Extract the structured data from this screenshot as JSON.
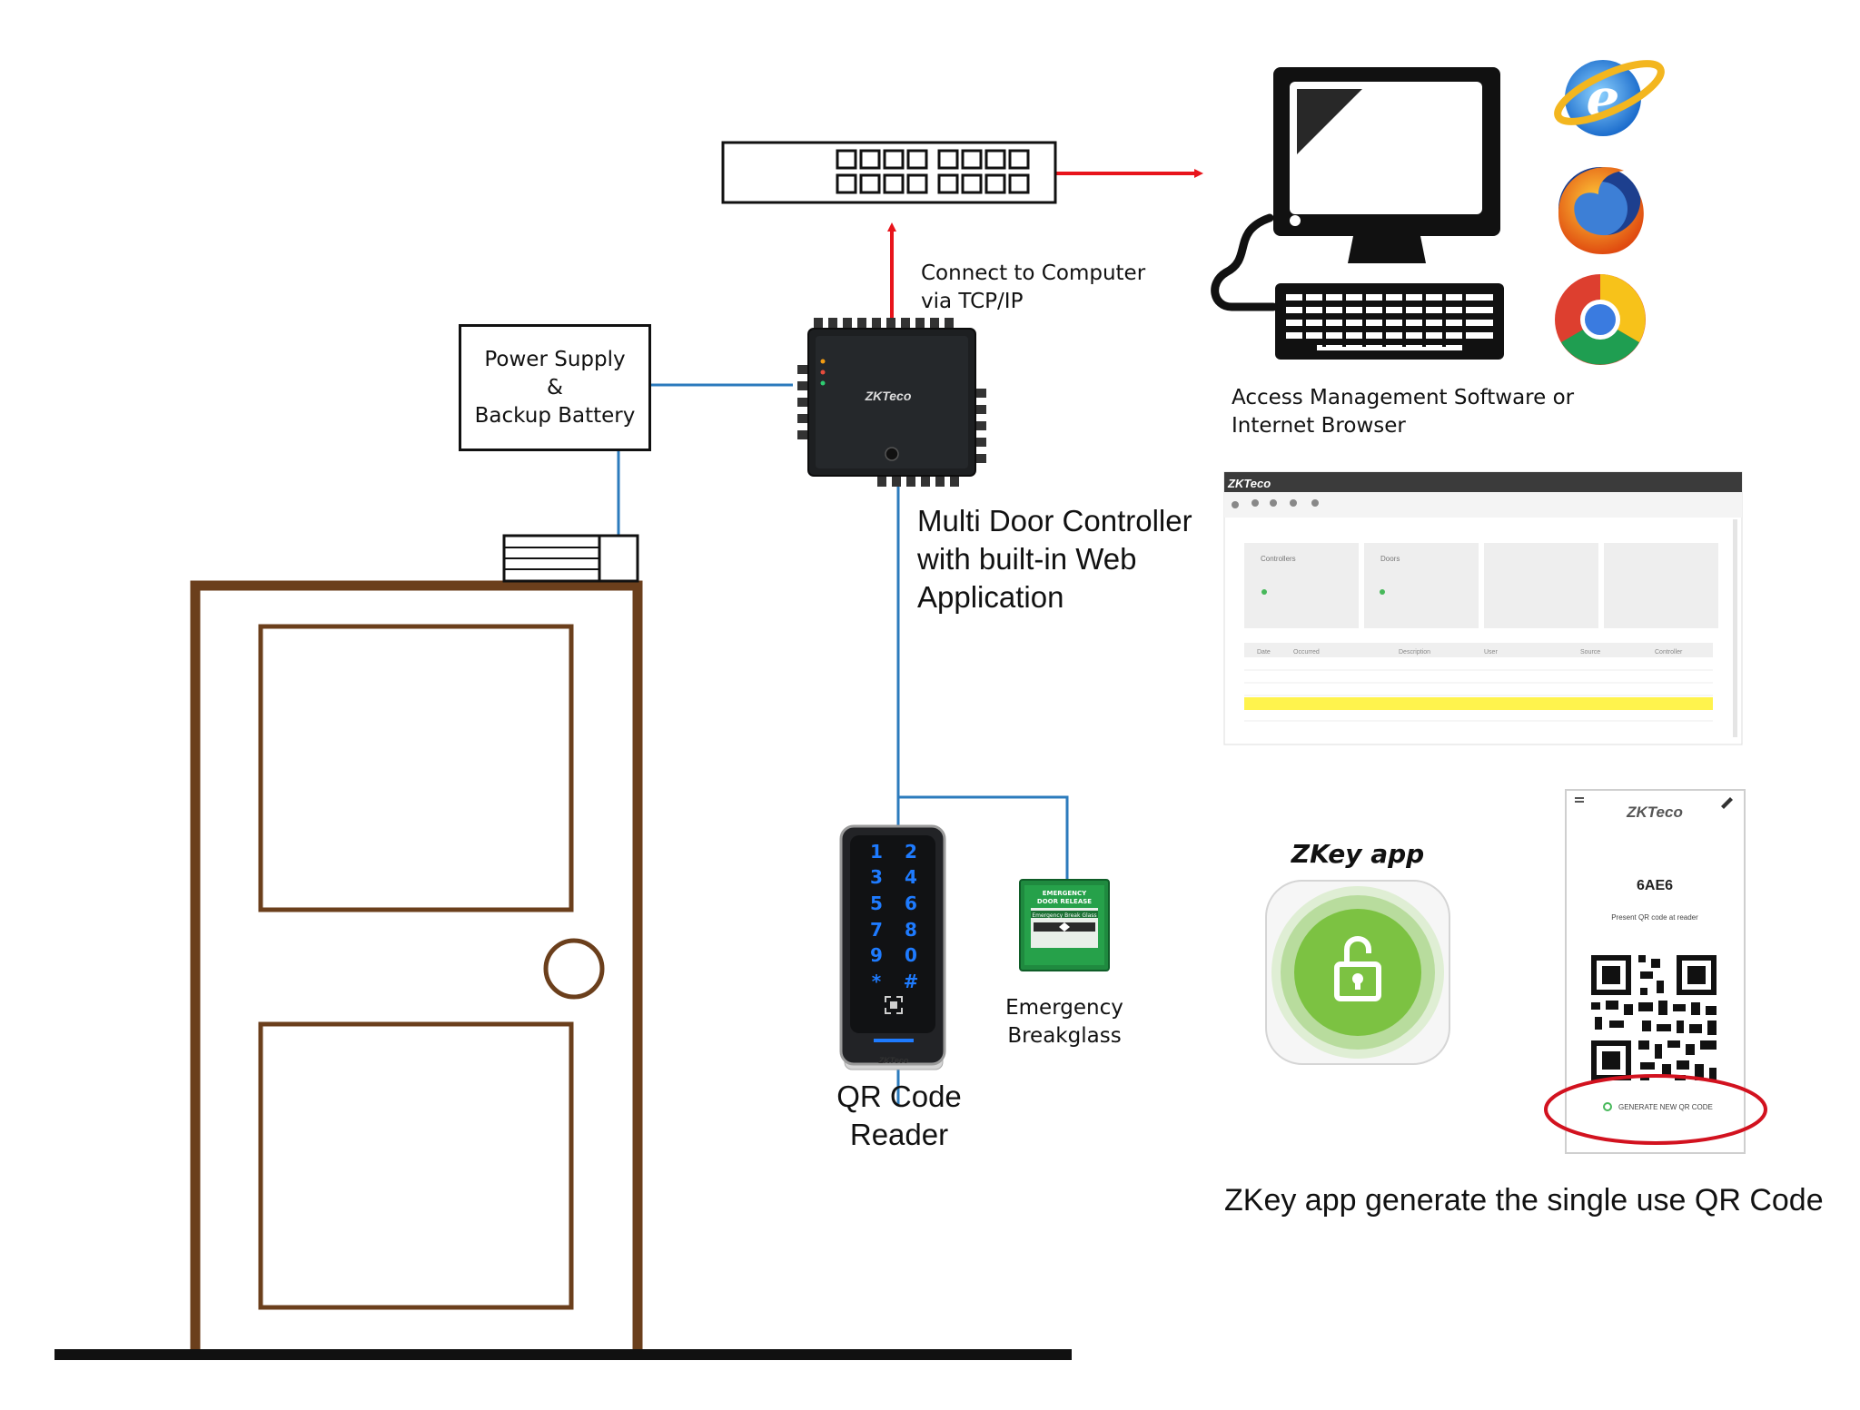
{
  "power_supply": {
    "line1": "Power Supply",
    "line2": "&",
    "line3": "Backup Battery"
  },
  "network_label": {
    "line1": "Connect to Computer",
    "line2": "via TCP/IP"
  },
  "controller": {
    "brand": "ZKTeco",
    "line1": "Multi Door Controller",
    "line2": "with built-in Web",
    "line3": "Application"
  },
  "software_label": {
    "line1": "Access Management Software or",
    "line2": "Internet Browser"
  },
  "browsers": [
    "internet-explorer",
    "firefox",
    "chrome"
  ],
  "web_app": {
    "brand": "ZKTeco",
    "cards": [
      "Controllers",
      "Doors",
      "",
      ""
    ],
    "table_headers": [
      "Date",
      "Occurred",
      "Description",
      "User",
      "Source",
      "Controller"
    ]
  },
  "reader": {
    "keys": [
      "1",
      "2",
      "3",
      "4",
      "5",
      "6",
      "7",
      "8",
      "9",
      "0",
      "*",
      "#"
    ],
    "brand": "ZKTeco",
    "label1": "QR Code",
    "label2": "Reader"
  },
  "breakglass": {
    "header1": "EMERGENCY",
    "header2": "DOOR RELEASE",
    "panel": "Emergency Break Glass",
    "label1": "Emergency",
    "label2": "Breakglass"
  },
  "zkey": {
    "title": "ZKey app"
  },
  "phone": {
    "brand": "ZKTeco",
    "code": "6AE6",
    "instruction": "Present QR code at reader",
    "button": "GENERATE NEW QR CODE"
  },
  "caption": "ZKey app generate the single use QR Code",
  "colors": {
    "door": "#6b3f1c",
    "wire": "#2c7bbd",
    "arrow": "#e8141b",
    "app_green": "#7cc242",
    "highlight": "#fff34d"
  }
}
